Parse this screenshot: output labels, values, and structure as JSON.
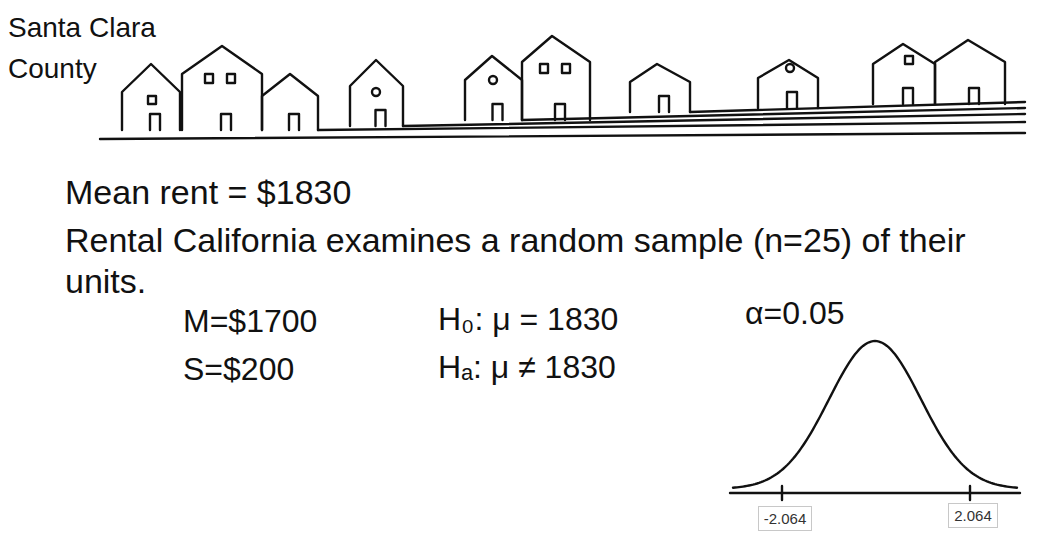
{
  "diagram": {
    "nodes": [
      {
        "text": [
          "-2.064"
        ]
      },
      {
        "text": [
          "2.064"
        ]
      }
    ],
    "labels": [
      "Santa Clara County",
      "Mean rent = $1830",
      "Rental California examines a random sample (n=25) of their units.",
      "M=$1700",
      "S=$200",
      "H₀: μ = 1830",
      "Hₐ: μ ≠ 1830",
      "α=0.05"
    ]
  }
}
